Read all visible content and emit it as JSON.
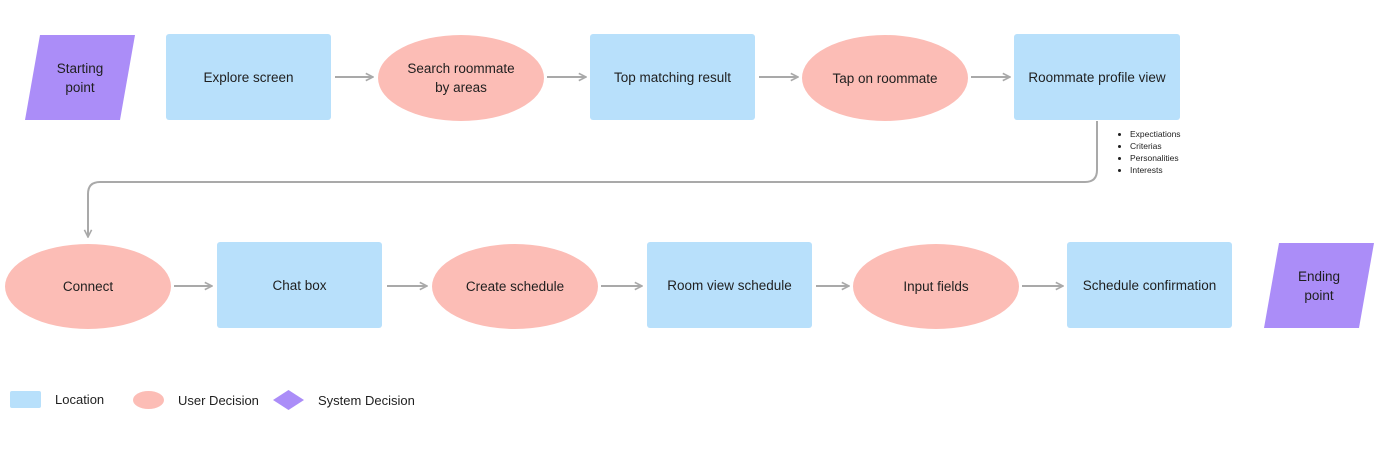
{
  "colors": {
    "location": "#b8e0fb",
    "user_decision": "#fcbdb6",
    "system_decision": "#ab8df8",
    "connector": "#a9a9a9"
  },
  "start": {
    "label": "Starting\npoint"
  },
  "end": {
    "label": "Ending\npoint"
  },
  "row1": {
    "explore": "Explore screen",
    "search": "Search roommate\nby areas",
    "top_result": "Top matching result",
    "tap": "Tap on roommate",
    "profile": "Roommate profile view"
  },
  "profile_details": [
    "Expectiations",
    "Criterias",
    "Personalities",
    "Interests"
  ],
  "row2": {
    "connect": "Connect",
    "chat": "Chat box",
    "create_schedule": "Create schedule",
    "room_view": "Room view schedule",
    "input_fields": "Input fields",
    "confirmation": "Schedule confirmation"
  },
  "legend": {
    "location": "Location",
    "user_decision": "User Decision",
    "system_decision": "System Decision"
  }
}
